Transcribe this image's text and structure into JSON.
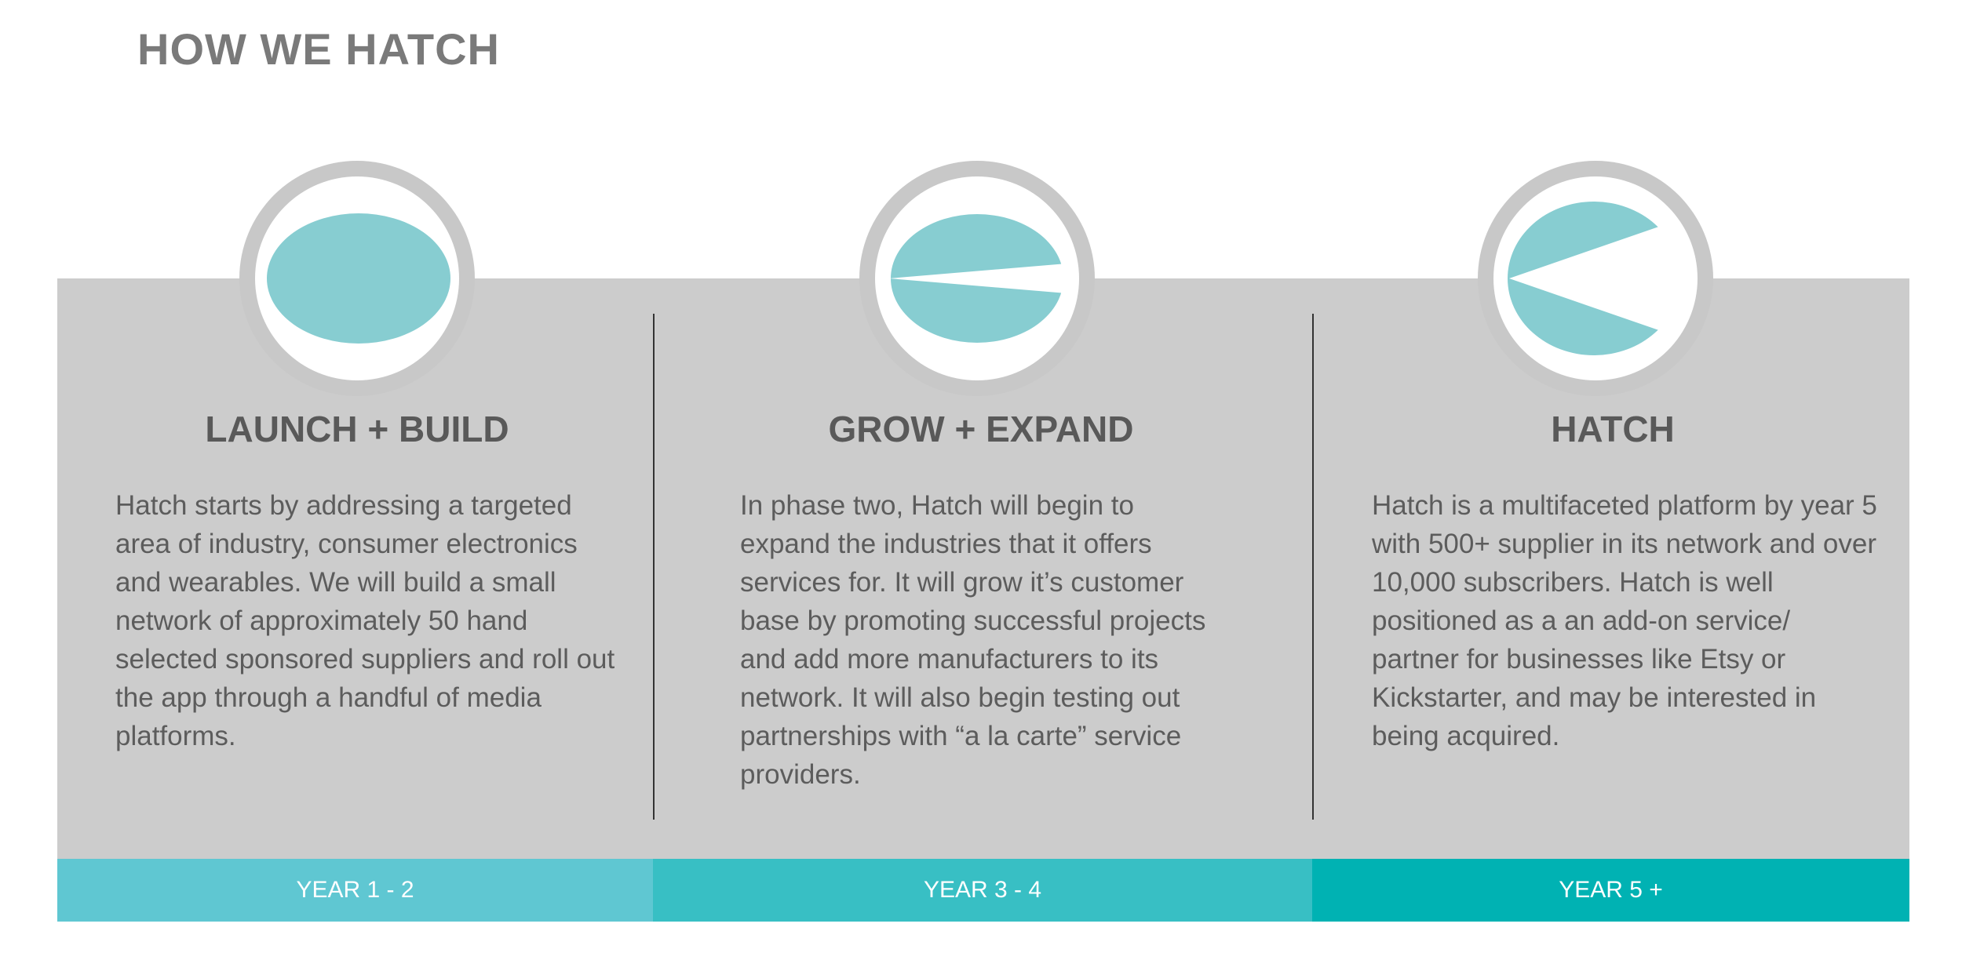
{
  "page": {
    "title": "HOW WE HATCH"
  },
  "stages": [
    {
      "title": "LAUNCH + BUILD",
      "description": "Hatch starts by addressing a targeted area of industry, consumer electronics and wearables. We will build a small network of approximately 50 hand selected sponsored suppliers and roll out the app through a handful of media platforms.",
      "year": "YEAR 1 - 2",
      "icon": "closed-egg-icon",
      "bar_color": "#5fc7d2"
    },
    {
      "title": "GROW + EXPAND",
      "description": "In phase two, Hatch will begin to expand the industries that it offers services for. It will grow it’s customer base by promoting successful projects and add more manufacturers to its network. It will also begin testing out partnerships with “a la carte” service providers.",
      "year": "YEAR 3 - 4",
      "icon": "cracking-egg-icon",
      "bar_color": "#38bfc4"
    },
    {
      "title": "HATCH",
      "description": "Hatch is a multifaceted platform by year 5 with 500+ supplier in its network and over 10,000 subscribers. Hatch is well positioned as a an add-on service/ partner for businesses like Etsy or Kickstarter, and may be interested in being acquired.",
      "year": "YEAR 5 +",
      "icon": "hatched-egg-icon",
      "bar_color": "#00b2b3"
    }
  ],
  "colors": {
    "panel": "#cccccc",
    "egg": "#87cdd1",
    "ring": "#c8c8c8",
    "title": "#7a7a7a"
  }
}
